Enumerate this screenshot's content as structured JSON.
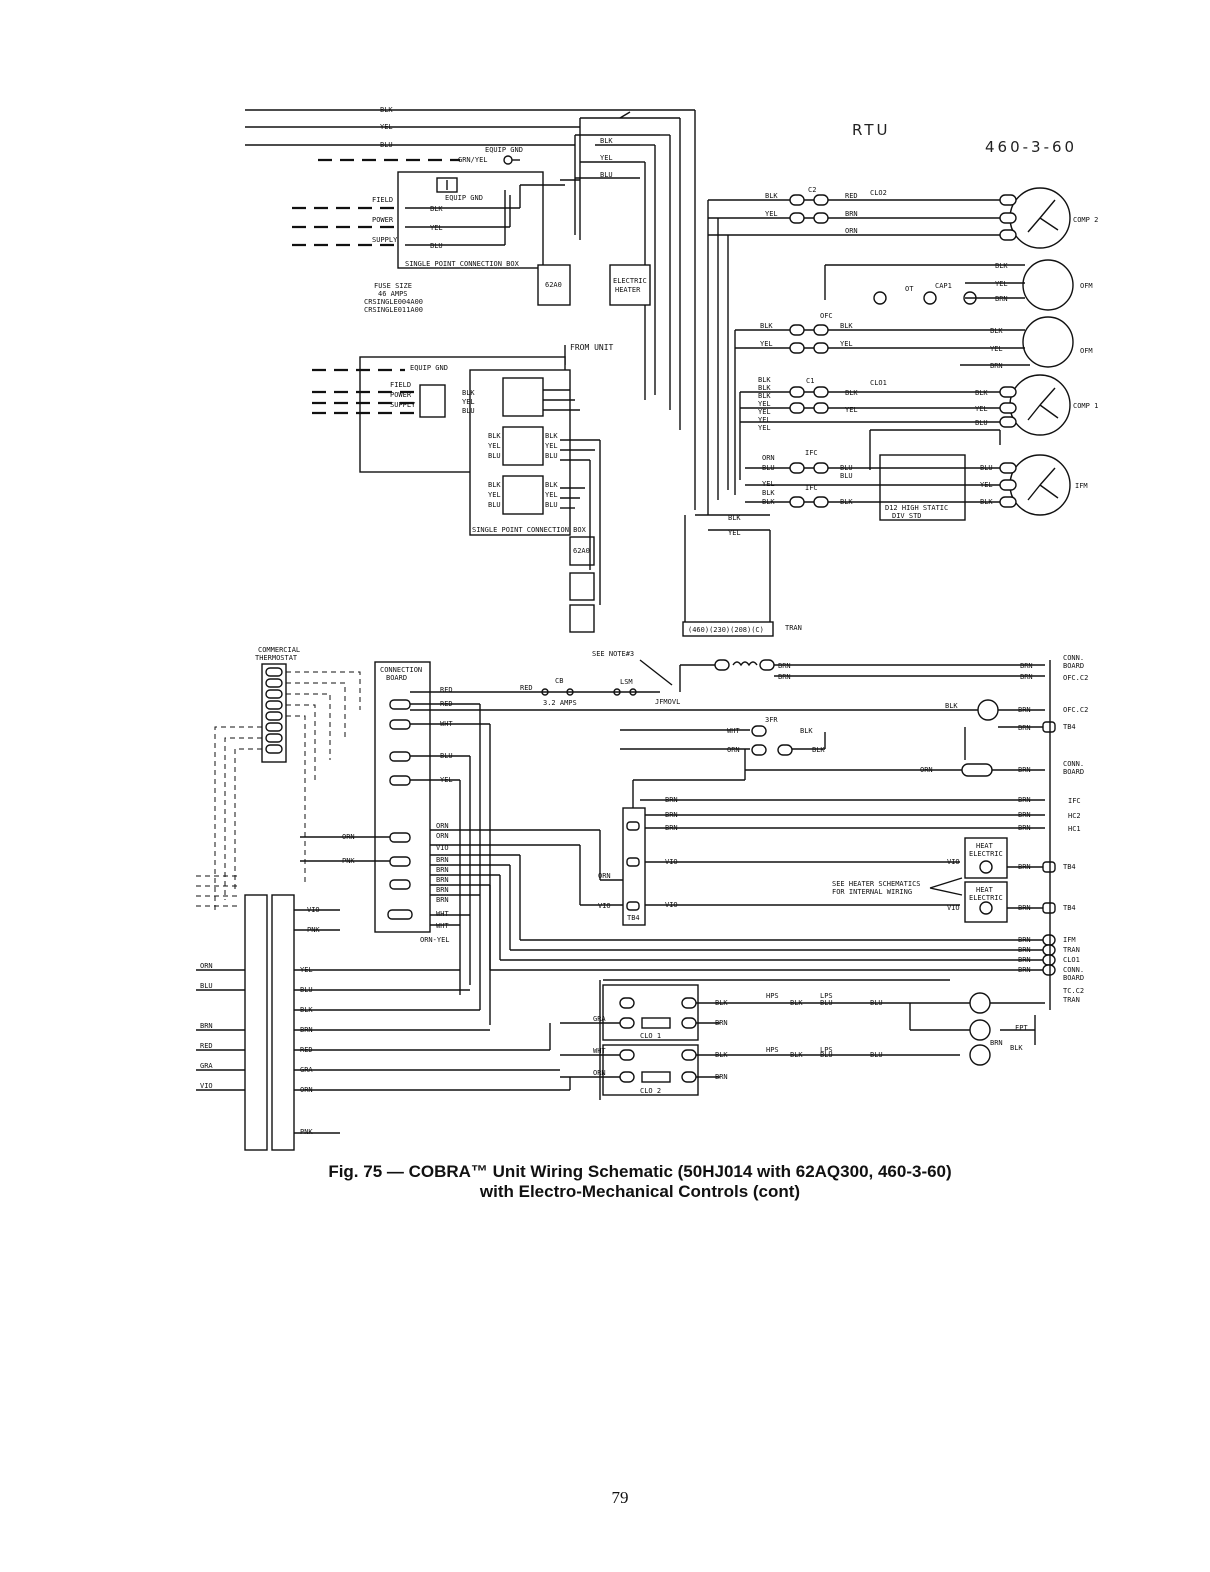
{
  "diagram": {
    "title_left": "RTU",
    "title_right": "460-3-60",
    "labels": {
      "field_power_supply": [
        "FIELD",
        "POWER",
        "SUPPLY"
      ],
      "equip_gnd": "EQUIP GND",
      "grn_yel": "GRN/YEL",
      "single_point_box": "SINGLE POINT CONNECTION BOX",
      "fuse_size": [
        "FUSE SIZE",
        "46 AMPS",
        "CRSINGLE004A00",
        "CRSINGLE011A00"
      ],
      "box_62a0": "62A0",
      "electric_heater": [
        "ELECTRIC",
        "HEATER"
      ],
      "from_unit": "FROM UNIT",
      "commercial_thermostat": [
        "COMMERCIAL",
        "THERMOSTAT"
      ],
      "connection_board": [
        "CONNECTION",
        "BOARD"
      ],
      "see_notes": "SEE NOTE#3",
      "cb": "CB",
      "cb_amps": "3.2 AMPS",
      "lsm": "LSM",
      "jumper": "JFMOVL",
      "tran": "TRAN",
      "sft_rly": "3FR",
      "see_heater": [
        "SEE HEATER SCHEMATICS",
        "FOR INTERNAL WIRING"
      ],
      "heat_electric": [
        "HEAT",
        "ELECTRIC"
      ],
      "high_static": [
        "D12 HIGH STATIC",
        "DIV STD"
      ],
      "clo1": "CLO 1",
      "clo2": "CLO 2",
      "hps": "HPS",
      "lps": "LPS",
      "ofm": "OFM",
      "ifm": "IFM",
      "comp1": "COMP 1",
      "comp2": "COMP 2",
      "tb4": "TB4",
      "conn_board": [
        "CONN.",
        "BOARD"
      ],
      "ofc_c2": "OFC.C2",
      "ifc": "IFC",
      "hc2": "HC2",
      "hc1": "HC1",
      "ifm_r": "IFM",
      "tran_r": "TRAN",
      "clo1_r": "CLO1",
      "tc_c2": "TC.C2",
      "wire_colors": [
        "BLK",
        "YEL",
        "BLU",
        "RED",
        "BRN",
        "ORN",
        "WHT",
        "VIO",
        "PNK",
        "GRA"
      ]
    }
  },
  "caption": {
    "line1": "Fig. 75 — COBRA™ Unit Wiring Schematic (50HJ014 with 62AQ300, 460-3-60)",
    "line2": "with Electro-Mechanical Controls (cont)"
  },
  "page_number": "79"
}
